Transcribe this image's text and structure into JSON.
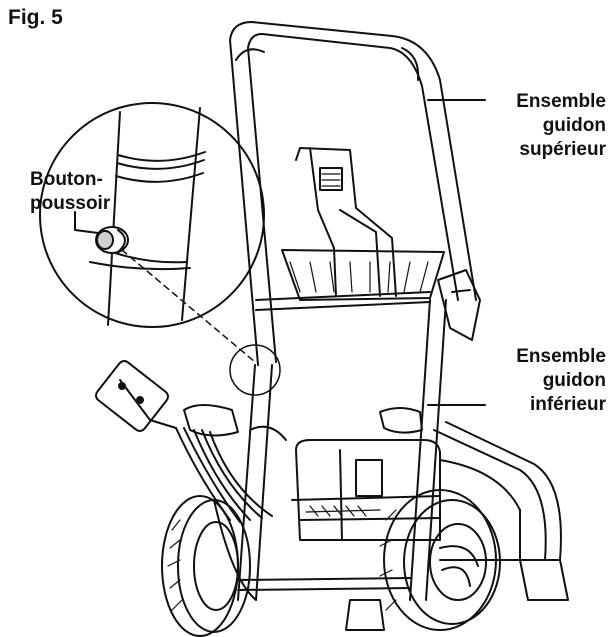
{
  "figure": {
    "title": "Fig. 5"
  },
  "callouts": {
    "upper_handle": {
      "lines": [
        "Ensemble",
        "guidon",
        "supérieur"
      ]
    },
    "lower_handle": {
      "lines": [
        "Ensemble",
        "guidon",
        "inférieur"
      ]
    },
    "push_button": {
      "lines": [
        "Bouton-",
        "poussoir"
      ]
    }
  }
}
